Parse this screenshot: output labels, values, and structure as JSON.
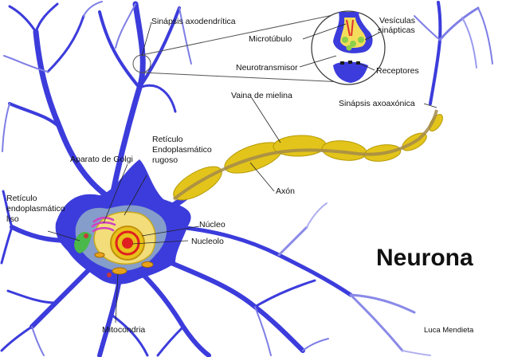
{
  "title": "Neurona",
  "author": "Luca Mendieta",
  "labels": {
    "sinapsis_axodendritica": "Sinápsis axodendrítica",
    "microtubulo": "Microtúbulo",
    "neurotransmisor": "Neurotransmisor",
    "vesiculas_1": "Vesículas",
    "vesiculas_2": "sinápticas",
    "receptores": "Receptores",
    "sinapsis_axoaxonica": "Sinápsis axoaxónica",
    "vaina_mielina": "Vaina de mielina",
    "reticulo_rugoso_1": "Retículo",
    "reticulo_rugoso_2": "Endoplasmático",
    "reticulo_rugoso_3": "rugoso",
    "aparato_golgi": "Aparato de Golgi",
    "reticulo_liso_1": "Retículo",
    "reticulo_liso_2": "endoplasmático",
    "reticulo_liso_3": "liso",
    "axon": "Axón",
    "nucleo": "Núcleo",
    "nucleolo": "Nucleolo",
    "mitocondria": "Mitocondria"
  },
  "colors": {
    "neuron_body": "#3c3cdc",
    "neuron_light": "#8a8ae8",
    "myelin": "#e3c41a",
    "myelin_edge": "#b59a06",
    "axon_core": "#a38b4a",
    "nucleus_outer": "#e8c11a",
    "nucleolus": "#e02020",
    "golgi": "#d040c0",
    "smooth_er": "#4ab84a",
    "receptors": "#3a3ad8"
  }
}
